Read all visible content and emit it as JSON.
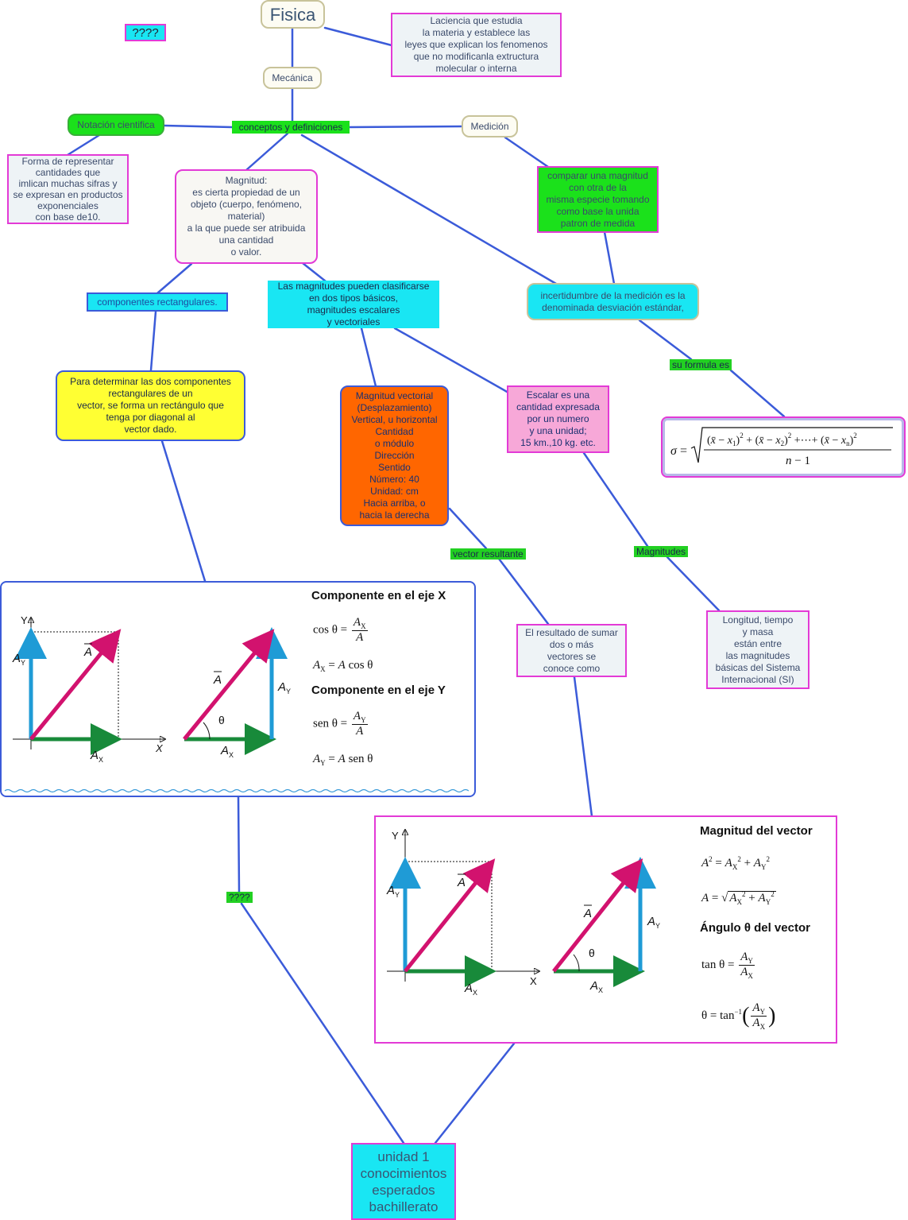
{
  "colors": {
    "link": "#3b5bd9",
    "pink": "#e33ad6",
    "cyan": "#19e6f3",
    "green": "#1be11b",
    "orange": "#ff6600",
    "yellow": "#ffff33",
    "arrow_magenta": "#d2126e",
    "arrow_blue": "#1f9bd6",
    "arrow_green": "#188a3a"
  },
  "nodes": {
    "fisica": "Fisica",
    "unknown_top": "????",
    "definition": "Laciencia que estudia\nla materia y establece las\nleyes que explican los fenomenos\nque no modificanla extructura\nmolecular o  interna",
    "mecanica": "Mecánica",
    "conceptos": "conceptos y definiciones",
    "notacion": "Notación cientifica",
    "notacion_def": "Forma de representar\ncantidades que\nimlican muchas sifras y\nse expresan en productos\nexponenciales\ncon base de10.",
    "medicion": "Medición",
    "medicion_def": "comparar una magnitud\ncon otra de la\nmisma especie tomando\ncomo base  la unida\npatron de medida",
    "magnitud": "Magnitud:\nes cierta propiedad de un\nobjeto (cuerpo, fenómeno,\nmaterial)\na la que puede ser atribuida\nuna cantidad\no valor.",
    "componentes": "componentes rectangulares.",
    "clasificacion": "Las magnitudes pueden clasificarse\nen dos tipos básicos,\nmagnitudes escalares\ny vectoriales",
    "incertidumbre": "incertidumbre de la medición es la\ndenominada desviación estándar,",
    "determinar": "Para determinar las dos componentes\nrectangulares de un\nvector, se forma un rectángulo que\ntenga por diagonal al\nvector dado.",
    "vectorial": "Magnitud vectorial\n(Desplazamiento)\nVertical, u horizontal\nCantidad\no módulo\nDirección\nSentido\nNúmero: 40\nUnidad: cm\nHacia arriba, o\nhacia la derecha",
    "escalar": "Escalar es una\ncantidad expresada\npor un numero\ny una unidad;\n15 km.,10 kg. etc.",
    "resultado": "El resultado de sumar\ndos o más\nvectores se\nconoce como",
    "longitud": "Longitud, tiempo\ny masa\nestán entre\nlas magnitudes\nbásicas del Sistema\nInternacional (SI)",
    "unidad": "unidad 1\nconocimientos\nesperados\nbachillerato"
  },
  "tags": {
    "formula": "su formula es",
    "vector_resultante": "vector resultante",
    "magnitudes": "Magnitudes",
    "unknown_bottom": "????"
  },
  "comp_box": {
    "title_x": "Componente en el eje X",
    "title_y": "Componente en el eje Y",
    "label_Y": "Y",
    "label_X": "X",
    "label_A": "A",
    "label_AY": "A",
    "label_AX": "A",
    "theta": "θ"
  },
  "mag_box": {
    "title_mag": "Magnitud del vector",
    "title_angle": "Ángulo θ del vector"
  }
}
